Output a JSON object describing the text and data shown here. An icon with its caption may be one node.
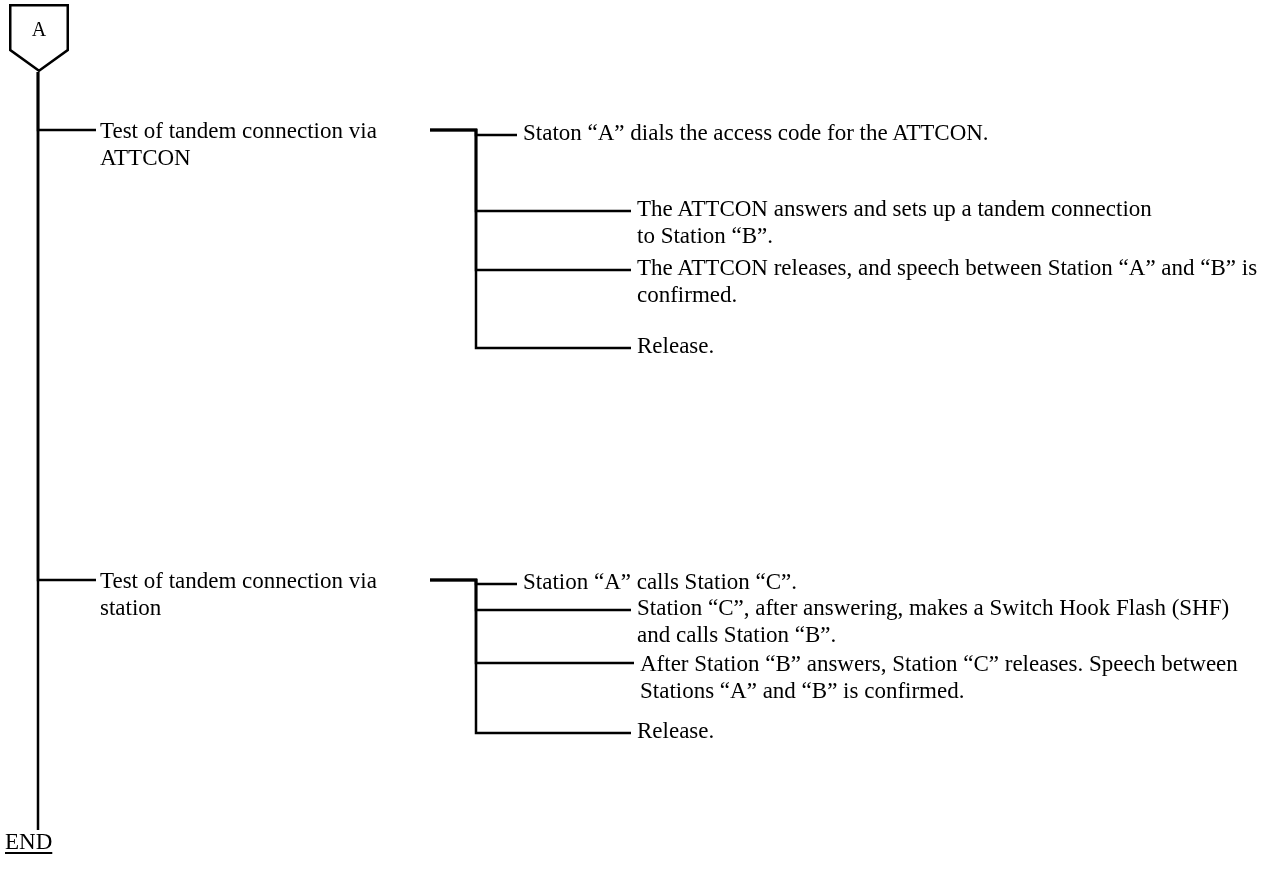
{
  "diagram": {
    "nodes": [
      {
        "text": [
          "A"
        ]
      },
      {
        "text": [
          "Test of tandem connection via ATTCON"
        ]
      },
      {
        "text": [
          "Staton “A” dials the access code for the ATTCON."
        ]
      },
      {
        "text": [
          "The ATTCON answers and sets up a tandem connection to Station “B”."
        ]
      },
      {
        "text": [
          "The ATTCON releases, and speech between Station “A” and “B” is confirmed."
        ]
      },
      {
        "text": [
          "Release."
        ]
      },
      {
        "text": [
          "Test of tandem connection via station"
        ]
      },
      {
        "text": [
          "Station “A” calls Station “C”."
        ]
      },
      {
        "text": [
          "Station “C”, after answering, makes a Switch Hook Flash (SHF) and calls Station “B”."
        ]
      },
      {
        "text": [
          "After Station “B” answers, Station “C” releases. Speech between Stations “A” and “B” is confirmed."
        ]
      },
      {
        "text": [
          "Release."
        ]
      },
      {
        "text": [
          "END"
        ]
      }
    ],
    "edges": [
      {
        "from": 0,
        "to": 11,
        "arrow": "none"
      },
      {
        "from": 0,
        "to": 1,
        "arrow": "none"
      },
      {
        "from": 0,
        "to": 6,
        "arrow": "none"
      },
      {
        "from": 1,
        "to": 2,
        "arrow": "none"
      },
      {
        "from": 1,
        "to": 3,
        "arrow": "none"
      },
      {
        "from": 1,
        "to": 4,
        "arrow": "none"
      },
      {
        "from": 1,
        "to": 5,
        "arrow": "none"
      },
      {
        "from": 6,
        "to": 7,
        "arrow": "none"
      },
      {
        "from": 6,
        "to": 8,
        "arrow": "none"
      },
      {
        "from": 6,
        "to": 9,
        "arrow": "none"
      },
      {
        "from": 6,
        "to": 10,
        "arrow": "none"
      }
    ]
  }
}
